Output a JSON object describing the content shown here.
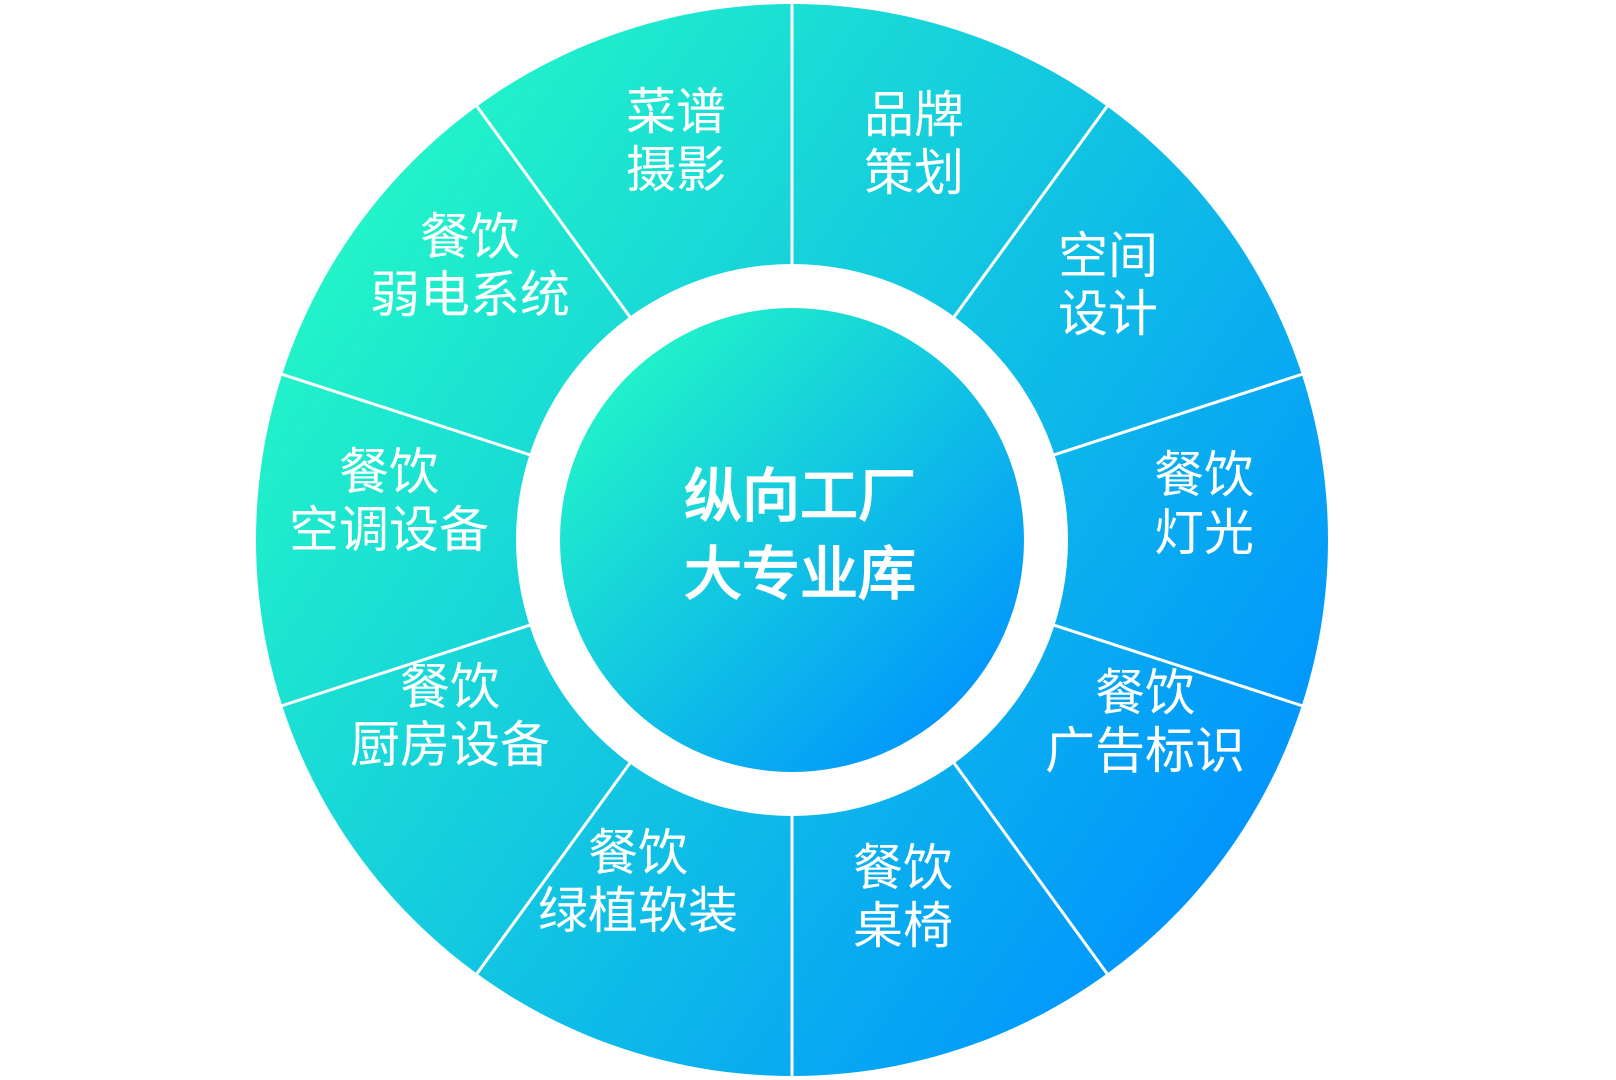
{
  "colors": {
    "gradient_start": "#22f4c8",
    "gradient_end": "#0091ff",
    "divider": "#ffffff",
    "background": "#ffffff",
    "text": "#ffffff"
  },
  "center": {
    "line1": "纵向工厂",
    "line2": "大专业库"
  },
  "segments": [
    {
      "id": "menu-photo",
      "line1": "菜谱",
      "line2": "摄影"
    },
    {
      "id": "brand-planning",
      "line1": "品牌",
      "line2": "策划"
    },
    {
      "id": "space-design",
      "line1": "空间",
      "line2": "设计"
    },
    {
      "id": "lighting",
      "line1": "餐饮",
      "line2": "灯光"
    },
    {
      "id": "signage",
      "line1": "餐饮",
      "line2": "广告标识"
    },
    {
      "id": "furniture",
      "line1": "餐饮",
      "line2": "桌椅"
    },
    {
      "id": "greenery",
      "line1": "餐饮",
      "line2": "绿植软装"
    },
    {
      "id": "kitchen",
      "line1": "餐饮",
      "line2": "厨房设备"
    },
    {
      "id": "hvac",
      "line1": "餐饮",
      "line2": "空调设备"
    },
    {
      "id": "low-voltage",
      "line1": "餐饮",
      "line2": "弱电系统"
    }
  ]
}
